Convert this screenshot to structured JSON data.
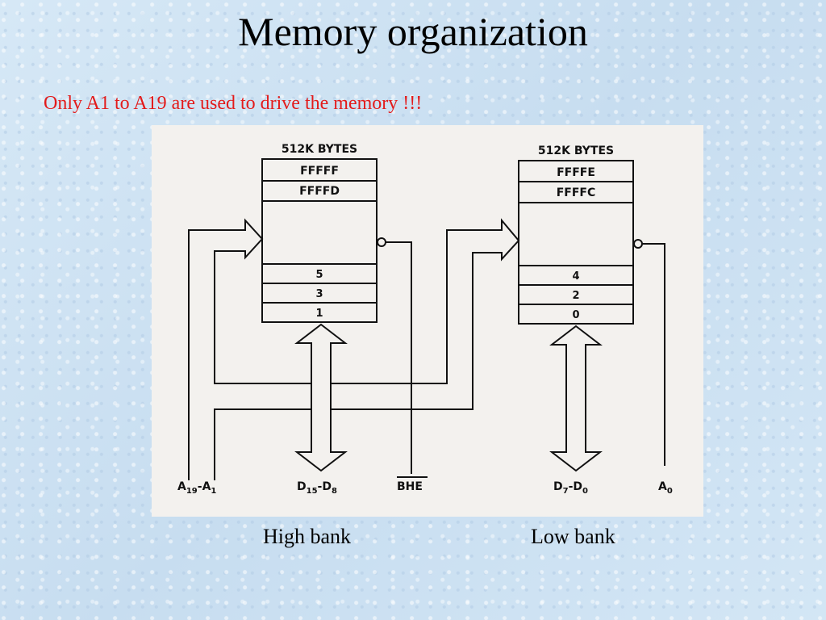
{
  "title": "Memory organization",
  "subtitle": "Only A1 to A19 are used to drive the memory !!!",
  "colors": {
    "subtitle": "#e31b1b",
    "diagram_bg": "#f3f1ee",
    "ink": "#111111"
  },
  "high_bank": {
    "caption": "High bank",
    "header": "512K BYTES",
    "top_cells": [
      "FFFFF",
      "FFFFD"
    ],
    "bottom_cells": [
      "5",
      "3",
      "1"
    ],
    "data_bus": "D15-D8",
    "data_bus_main": "D",
    "data_bus_sub1": "15",
    "data_bus_dash": "-D",
    "data_bus_sub2": "8",
    "select": "BHE"
  },
  "low_bank": {
    "caption": "Low bank",
    "header": "512K BYTES",
    "top_cells": [
      "FFFFE",
      "FFFFC"
    ],
    "bottom_cells": [
      "4",
      "2",
      "0"
    ],
    "data_bus": "D7-D0",
    "data_bus_main": "D",
    "data_bus_sub1": "7",
    "data_bus_dash": "-D",
    "data_bus_sub2": "0",
    "select": "A0",
    "select_main": "A",
    "select_sub": "0"
  },
  "address_bus": {
    "label": "A19-A1",
    "main": "A",
    "sub1": "19",
    "dash": "-A",
    "sub2": "1"
  }
}
